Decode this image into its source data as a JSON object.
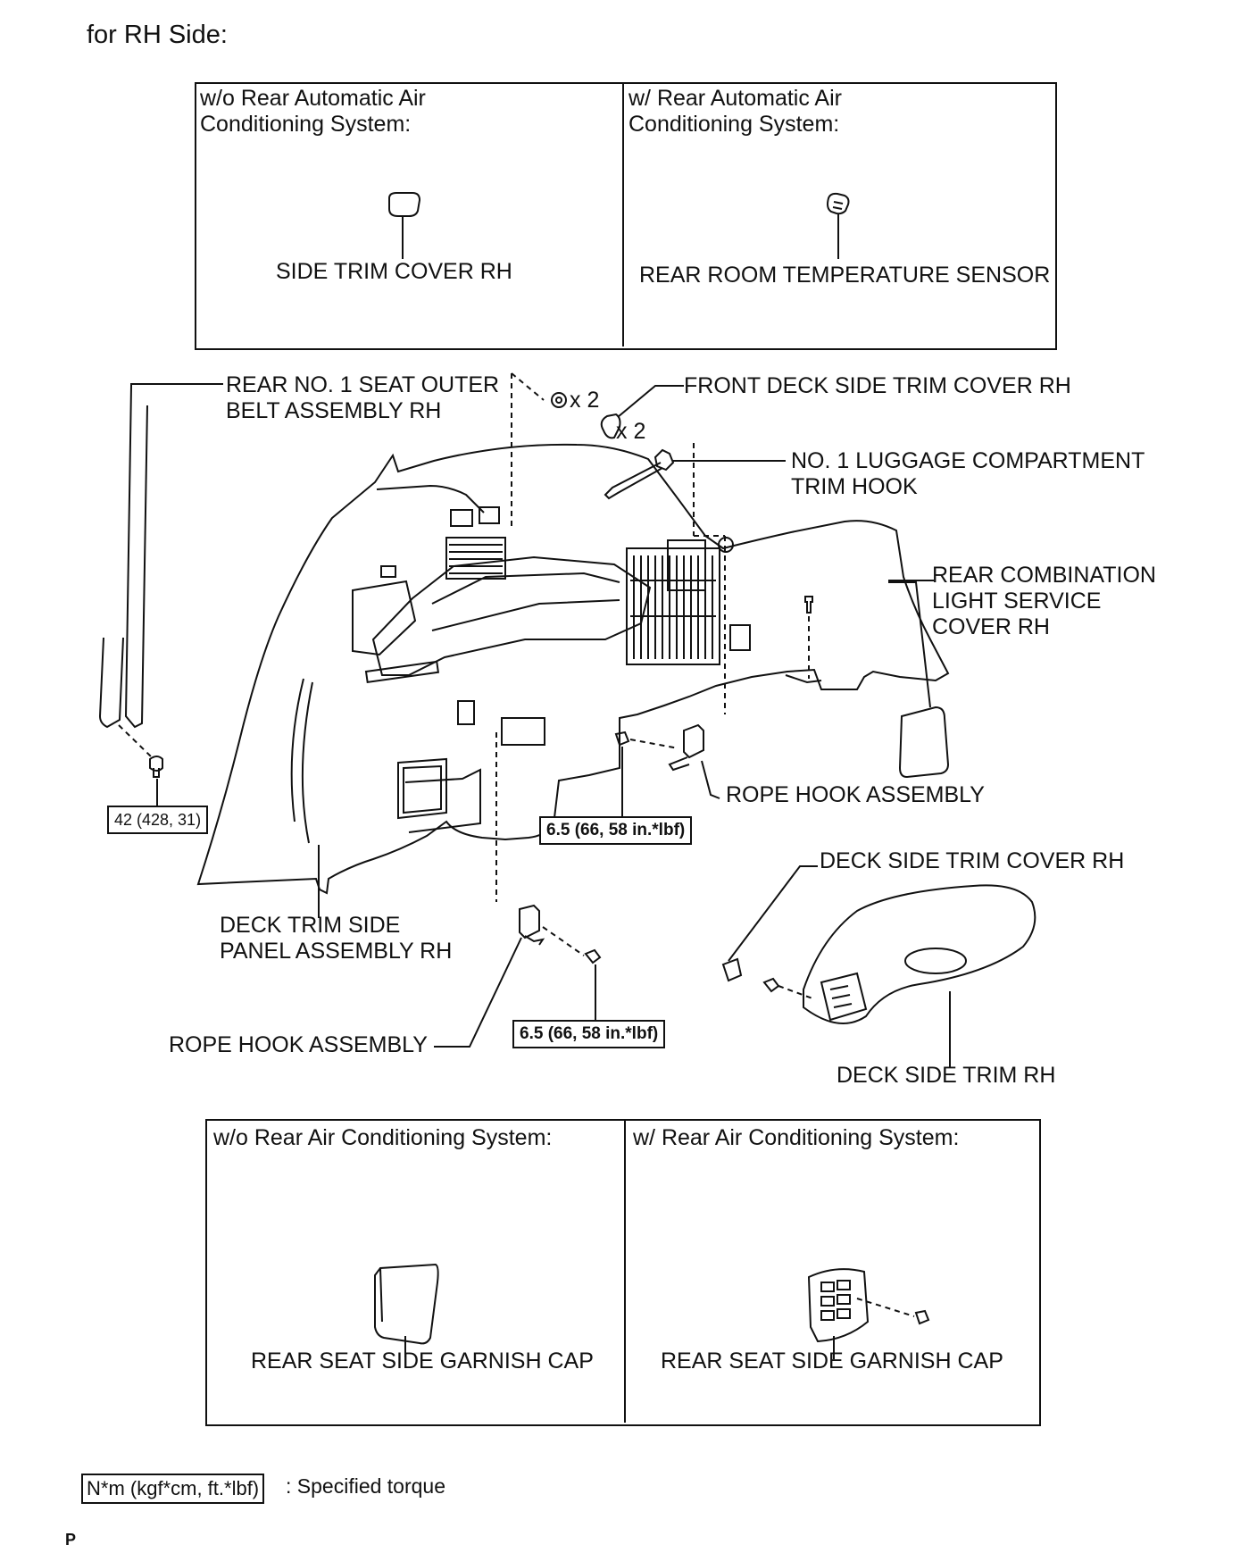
{
  "page_title": "for RH Side:",
  "top_panels": {
    "left_heading": "w/o Rear Automatic Air\nConditioning System:",
    "left_label": "SIDE TRIM COVER RH",
    "right_heading": "w/ Rear Automatic Air\nConditioning System:",
    "right_label": "REAR ROOM TEMPERATURE SENSOR"
  },
  "callouts": {
    "seat_belt": "REAR NO. 1 SEAT OUTER\nBELT ASSEMBLY RH",
    "qty_clip": "x 2",
    "qty_cover": "x 2",
    "front_deck_cover": "FRONT DECK SIDE TRIM COVER RH",
    "luggage_hook": "NO. 1 LUGGAGE COMPARTMENT\nTRIM HOOK",
    "rear_combo_cover": "REAR COMBINATION\nLIGHT SERVICE\nCOVER RH",
    "rope_hook_upper": "ROPE HOOK ASSEMBLY",
    "deck_trim_panel": "DECK TRIM SIDE\nPANEL ASSEMBLY RH",
    "deck_side_cover": "DECK SIDE TRIM COVER RH",
    "rope_hook_lower": "ROPE HOOK ASSEMBLY",
    "deck_side_trim": "DECK SIDE TRIM RH"
  },
  "torques": {
    "belt_bolt": "42 (428, 31)",
    "rope_hook_upper": "6.5 (66, 58 in.*lbf)",
    "rope_hook_lower": "6.5 (66, 58 in.*lbf)"
  },
  "bottom_panels": {
    "left_heading": "w/o Rear Air Conditioning System:",
    "left_label": "REAR SEAT SIDE GARNISH CAP",
    "right_heading": "w/ Rear Air Conditioning System:",
    "right_label": "REAR SEAT SIDE GARNISH CAP"
  },
  "legend": {
    "unit_box": "N*m (kgf*cm, ft.*lbf)",
    "description": ": Specified torque"
  },
  "footer_mark": "P"
}
